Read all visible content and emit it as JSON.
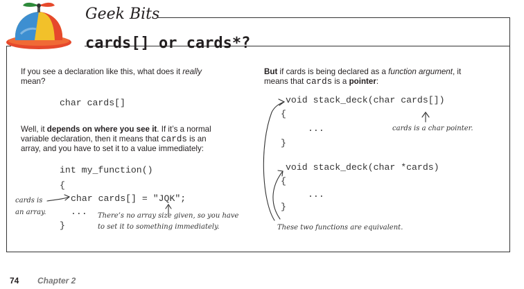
{
  "header": {
    "section": "Geek Bits",
    "title": "cards[] or cards*?"
  },
  "left": {
    "p1_a": "If you see a declaration like this, what does it ",
    "p1_em": "really",
    "p1_b": "mean?",
    "code1": "char cards[]",
    "p2_a": "Well, it ",
    "p2_bold": "depends on where you see it",
    "p2_b": ". If it’s a normal",
    "p2_c": "variable declaration, then it means that ",
    "p2_code": "cards",
    "p2_d": " is an",
    "p2_e": "array, and you have to set it to a value immediately:",
    "code2": [
      "int my_function()",
      "{",
      "char cards[] = \"JQK\";",
      "...",
      "}"
    ],
    "note_array_1": "cards is",
    "note_array_2": "an array.",
    "note_size_1": "There’s no array size given, so you have",
    "note_size_2": "to set it to something immediately."
  },
  "right": {
    "p1_bold": "But",
    "p1_a": " if cards is being declared as a ",
    "p1_em": "function argument",
    "p1_b": ", it",
    "p1_c": "means that ",
    "p1_code": "cards",
    "p1_d": " is a ",
    "p1_bold2": "pointer",
    "p1_e": ":",
    "code3": [
      "void stack_deck(char cards[])",
      "{",
      "...",
      "}"
    ],
    "code4": [
      "void stack_deck(char *cards)",
      "{",
      "...",
      "}"
    ],
    "note_pointer": "cards is a char pointer.",
    "note_equiv": "These two functions are equivalent."
  },
  "footer": {
    "page_number": "74",
    "chapter": "Chapter 2"
  }
}
